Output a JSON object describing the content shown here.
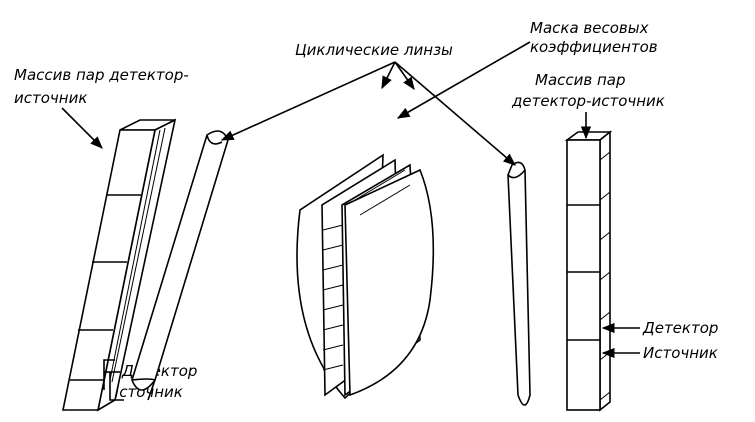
{
  "labels": {
    "left_array_line1": "Массив пар детектор-",
    "left_array_line2": "источник",
    "cyclic_lenses": "Циклические линзы",
    "mask_line1": "Маска весовых",
    "mask_line2": "коэффициентов",
    "right_array_line1": "Массив пар",
    "right_array_line2": "детектор-источник",
    "left_detector": "Детектор",
    "left_source": "Источник",
    "right_detector": "Детектор",
    "right_source": "Источник"
  }
}
